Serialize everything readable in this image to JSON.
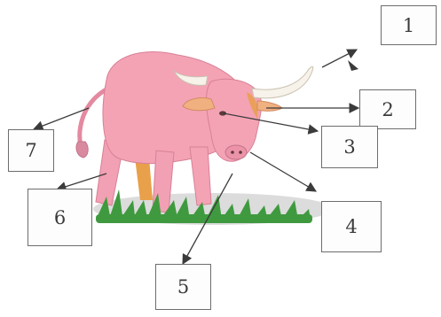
{
  "diagram": {
    "labels": [
      {
        "id": "1",
        "text": "1"
      },
      {
        "id": "2",
        "text": "2"
      },
      {
        "id": "3",
        "text": "3"
      },
      {
        "id": "4",
        "text": "4"
      },
      {
        "id": "5",
        "text": "5"
      },
      {
        "id": "6",
        "text": "6"
      },
      {
        "id": "7",
        "text": "7"
      }
    ]
  },
  "colors": {
    "bull_body": "#f4a3b5",
    "bull_shadow": "#e3869c",
    "horn": "#f7f2ea",
    "grass": "#3f9a3f",
    "ground": "#dcdcdc",
    "arrow": "#3b3b3b"
  }
}
